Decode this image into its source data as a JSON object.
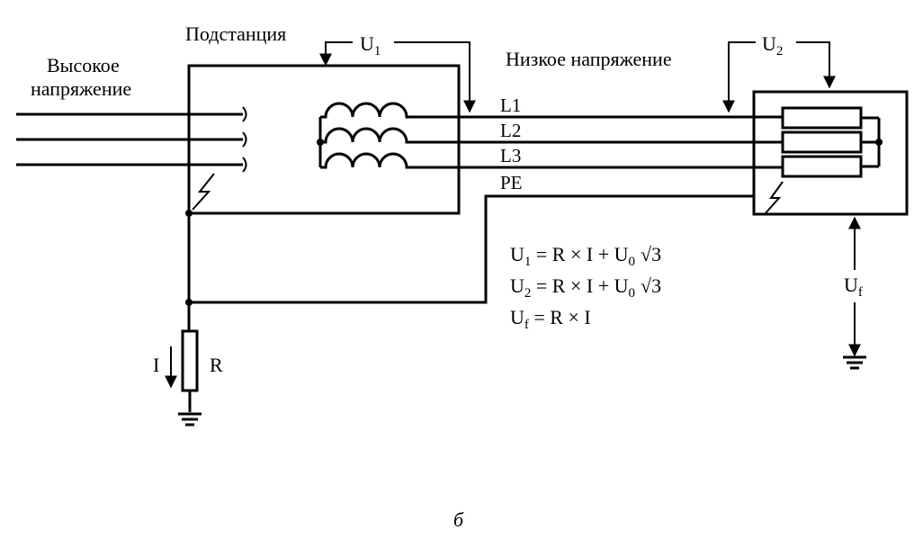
{
  "labels": {
    "high_voltage_line1": "Высокое",
    "high_voltage_line2": "напряжение",
    "substation": "Подстанция",
    "low_voltage": "Низкое напряжение",
    "u1": "U",
    "u1_sub": "1",
    "u2": "U",
    "u2_sub": "2",
    "uf": "U",
    "uf_sub": "f",
    "l1": "L1",
    "l2": "L2",
    "l3": "L3",
    "pe": "PE",
    "current": "I",
    "resistance": "R",
    "caption": "б"
  },
  "formulas": {
    "f1": {
      "lhs": "U",
      "sub": "1",
      "rhs": " = R × I + U",
      "rhs_sub": "0",
      "sqrt": "√3"
    },
    "f2": {
      "lhs": "U",
      "sub": "2",
      "rhs": " = R × I + U",
      "rhs_sub": "0",
      "sqrt": "√3"
    },
    "f3": {
      "lhs": "U",
      "sub": "f",
      "rhs": " = R × I"
    }
  }
}
